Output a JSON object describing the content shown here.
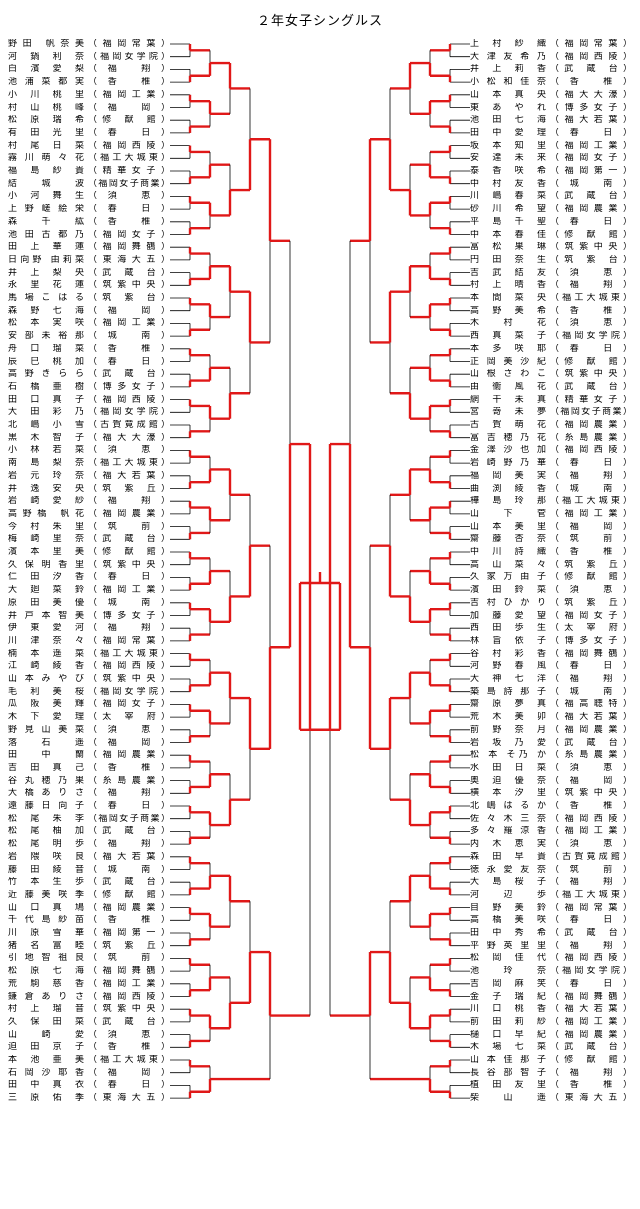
{
  "title": "２年女子シングルス",
  "left": [
    {
      "name": "野田 帆奈美",
      "school": "（福岡常葉）"
    },
    {
      "name": "河 鍋 利 奈",
      "school": "（福岡女学院）"
    },
    {
      "name": "白 濱 愛 梨",
      "school": "（福 翔）"
    },
    {
      "name": "池 浦 菜 都 実",
      "school": "（香 椎）"
    },
    {
      "name": "小 川 桃 里",
      "school": "（福岡工業）"
    },
    {
      "name": "村 山 桃 峰",
      "school": "（福 岡）"
    },
    {
      "name": "松 原 瑞 希",
      "school": "（修 猷 館）"
    },
    {
      "name": "有 田 光 里",
      "school": "（春 日）"
    },
    {
      "name": "村 尾 日 菜",
      "school": "（福岡西陵）"
    },
    {
      "name": "霧 川 萌 々 花",
      "school": "（福工大城東）"
    },
    {
      "name": "福 島 紗 貴",
      "school": "（精華女子）"
    },
    {
      "name": "結 城 波",
      "school": "（福岡女子商業）"
    },
    {
      "name": "小 河 舞 生",
      "school": "（須 恵）"
    },
    {
      "name": "上 野 嵯 絵 栄",
      "school": "（春 日）"
    },
    {
      "name": "森 千 紘",
      "school": "（香 椎）"
    },
    {
      "name": "池 田 古 都 乃",
      "school": "（福岡女子）"
    },
    {
      "name": "田 上 華 蓮",
      "school": "（福岡舞鶴）"
    },
    {
      "name": "日向野 由莉菜",
      "school": "（東海大五）"
    },
    {
      "name": "井 上 梨 央",
      "school": "（武 蔵 台）"
    },
    {
      "name": "永 里 花 蓮",
      "school": "（筑紫中央）"
    },
    {
      "name": "馬 場 こ は る",
      "school": "（筑 紫 台）"
    },
    {
      "name": "森 野 七 海",
      "school": "（福 岡）"
    },
    {
      "name": "松 本 実 咲",
      "school": "（福岡工業）"
    },
    {
      "name": "安 部 未 裕 那",
      "school": "（城 南）"
    },
    {
      "name": "舟 口 瑠 菜",
      "school": "（香 椎）"
    },
    {
      "name": "辰 巳 桃 加",
      "school": "（春 日）"
    },
    {
      "name": "高 野 き ら ら",
      "school": "（武 蔵 台）"
    },
    {
      "name": "石 橋 亜 樹",
      "school": "（博多女子）"
    },
    {
      "name": "田 口 真 子",
      "school": "（福岡西陵）"
    },
    {
      "name": "大 田 彩 乃",
      "school": "（福岡女学院）"
    },
    {
      "name": "北 嶋 小 雪",
      "school": "（古賀竟成館）"
    },
    {
      "name": "黒 木 智 子",
      "school": "（福大大濠）"
    },
    {
      "name": "小 林 若 菜",
      "school": "（須 恵）"
    },
    {
      "name": "南 島 梨 奈",
      "school": "（福工大城東）"
    },
    {
      "name": "岩 元 玲 奈",
      "school": "（福大若葉）"
    },
    {
      "name": "井 逸 安 央",
      "school": "（筑 紫 丘）"
    },
    {
      "name": "岩 崎 愛 紗",
      "school": "（福 翔）"
    },
    {
      "name": "高野橋 帆花",
      "school": "（福岡農業）"
    },
    {
      "name": "今 村 朱 里",
      "school": "（筑 前）"
    },
    {
      "name": "梅 崎 里 奈",
      "school": "（武 蔵 台）"
    },
    {
      "name": "濱 本 里 美",
      "school": "（修 猷 館）"
    },
    {
      "name": "久 保 明 香 里",
      "school": "（筑紫中央）"
    },
    {
      "name": "仁 田 汐 香",
      "school": "（春 日）"
    },
    {
      "name": "大 廻 菜 鈴",
      "school": "（福岡工業）"
    },
    {
      "name": "原 田 美 優",
      "school": "（城 南）"
    },
    {
      "name": "井 戸 本 智 美",
      "school": "（博多女子）"
    },
    {
      "name": "伊 東 愛 河",
      "school": "（福 翔）"
    },
    {
      "name": "川 津 奈 々",
      "school": "（福岡常葉）"
    },
    {
      "name": "楠 本 遥 菜",
      "school": "（福工大城東）"
    },
    {
      "name": "江 崎 綾 香",
      "school": "（福岡西陵）"
    },
    {
      "name": "山 本 み や び",
      "school": "（筑紫中央）"
    },
    {
      "name": "毛 利 美 桜",
      "school": "（福岡女学院）"
    },
    {
      "name": "瓜 阪 美 輝",
      "school": "（福岡女子）"
    },
    {
      "name": "木 下 愛 理",
      "school": "（太 宰 府）"
    },
    {
      "name": "野 見 山 美 菜",
      "school": "（須 恵）"
    },
    {
      "name": "落 石 遥",
      "school": "（福 岡）"
    },
    {
      "name": "田 中 蘭",
      "school": "（福岡農業）"
    },
    {
      "name": "吉 田 真 己",
      "school": "（香 椎）"
    },
    {
      "name": "谷 丸 穂 乃 果",
      "school": "（糸島農業）"
    },
    {
      "name": "大 橋 あ り さ",
      "school": "（福 翔）"
    },
    {
      "name": "遠 藤 日 向 子",
      "school": "（春 日）"
    },
    {
      "name": "松 尾 朱 李",
      "school": "（福岡女子商業）"
    },
    {
      "name": "松 尾 柚 加",
      "school": "（武 蔵 台）"
    },
    {
      "name": "松 尾 明 歩",
      "school": "（福 翔）"
    },
    {
      "name": "岩 隈 咲 良",
      "school": "（福大若葉）"
    },
    {
      "name": "藤 田 綾 音",
      "school": "（城 南）"
    },
    {
      "name": "竹 本 生 歩",
      "school": "（武 蔵 台）"
    },
    {
      "name": "近 藤 美 咲 季",
      "school": "（修 猷 館）"
    },
    {
      "name": "山 口 真 鳩",
      "school": "（福岡農業）"
    },
    {
      "name": "千 代 島 紗 苗",
      "school": "（香 椎）"
    },
    {
      "name": "川 原 雪 華",
      "school": "（福岡第一）"
    },
    {
      "name": "猪 名 富 睦",
      "school": "（筑 紫 丘）"
    },
    {
      "name": "引 地 智 祖 良",
      "school": "（筑 前）"
    },
    {
      "name": "松 原 七 海",
      "school": "（福岡舞鶴）"
    },
    {
      "name": "荒 駒 慈 香",
      "school": "（福岡工業）"
    },
    {
      "name": "鎌 倉 あ り さ",
      "school": "（福岡西陵）"
    },
    {
      "name": "村 上 瑠 音",
      "school": "（筑紫中央）"
    },
    {
      "name": "久 保 田 菜",
      "school": "（武 蔵 台）"
    },
    {
      "name": "山 崎 愛",
      "school": "（須 恵）"
    },
    {
      "name": "迫 田 京 子",
      "school": "（香 椎）"
    },
    {
      "name": "本 池 亜 美",
      "school": "（福工大城東）"
    },
    {
      "name": "石 岡 沙 耶 香",
      "school": "（福 岡）"
    },
    {
      "name": "田 中 真 衣",
      "school": "（春 日）"
    },
    {
      "name": "三 原 佑 季",
      "school": "（東海大五）"
    }
  ],
  "right": [
    {
      "name": "上 村 紗 織",
      "school": "（福岡常葉）"
    },
    {
      "name": "大 津 友 希 乃",
      "school": "（福岡西陵）"
    },
    {
      "name": "井 上 莉 香",
      "school": "（武 蔵 台）"
    },
    {
      "name": "小 松 和 佳 奈",
      "school": "（香 椎）"
    },
    {
      "name": "山 本 真 央",
      "school": "（福大大濠）"
    },
    {
      "name": "東 あ や れ",
      "school": "（博多女子）"
    },
    {
      "name": "池 田 七 海",
      "school": "（福大若葉）"
    },
    {
      "name": "田 中 愛 理",
      "school": "（春 日）"
    },
    {
      "name": "坂 本 知 里",
      "school": "（福岡工業）"
    },
    {
      "name": "安 達 未 来",
      "school": "（福岡女子）"
    },
    {
      "name": "泰 香 咲 希",
      "school": "（福岡第一）"
    },
    {
      "name": "中 村 友 香",
      "school": "（城 南）"
    },
    {
      "name": "川 嶋 春 菜",
      "school": "（武 蔵 台）"
    },
    {
      "name": "砂 川 希 望",
      "school": "（福岡農業）"
    },
    {
      "name": "平 島 千 聖",
      "school": "（春 日）"
    },
    {
      "name": "中 本 春 佳",
      "school": "（修 猷 館）"
    },
    {
      "name": "冨 松 果 琳",
      "school": "（筑紫中央）"
    },
    {
      "name": "円 田 奈 生",
      "school": "（筑 紫 台）"
    },
    {
      "name": "吉 武 結 友",
      "school": "（須 恵）"
    },
    {
      "name": "村 上 晴 香",
      "school": "（福 翔）"
    },
    {
      "name": "本 間 菜 央",
      "school": "（福工大城東）"
    },
    {
      "name": "高 野 美 希",
      "school": "（香 椎）"
    },
    {
      "name": "木 村 花",
      "school": "（須 恵）"
    },
    {
      "name": "西 真 菜 子",
      "school": "（福岡女学院）"
    },
    {
      "name": "本 多 咲 耶",
      "school": "（春 日）"
    },
    {
      "name": "正 岡 美 沙 紀",
      "school": "（修 猷 館）"
    },
    {
      "name": "山 根 さ わ こ",
      "school": "（筑紫中央）"
    },
    {
      "name": "由 衞 風 花",
      "school": "（武 蔵 台）"
    },
    {
      "name": "網 干 未 真",
      "school": "（精華女子）"
    },
    {
      "name": "宮 嵜 未 夢",
      "school": "（福岡女子商業）"
    },
    {
      "name": "古 賀 萌 花",
      "school": "（福岡農業）"
    },
    {
      "name": "冨 吉 穂 乃 花",
      "school": "（糸島農業）"
    },
    {
      "name": "金 澤 沙 也 加",
      "school": "（福岡西陵）"
    },
    {
      "name": "岩 崎 野 乃 華",
      "school": "（春 日）"
    },
    {
      "name": "福 岡 美 実",
      "school": "（福 翔）"
    },
    {
      "name": "曲 渕 綾 香",
      "school": "（城 南）"
    },
    {
      "name": "樺 島 玲 那",
      "school": "（福工大城東）"
    },
    {
      "name": "山 下 菅",
      "school": "（福岡工業）"
    },
    {
      "name": "山 本 美 里",
      "school": "（福 岡）"
    },
    {
      "name": "齋 藤 杏 奈",
      "school": "（筑 前）"
    },
    {
      "name": "中 川 詩 織",
      "school": "（香 椎）"
    },
    {
      "name": "高 山 菜 々",
      "school": "（筑 紫 丘）"
    },
    {
      "name": "久 家 万 由 子",
      "school": "（修 猷 館）"
    },
    {
      "name": "濱 田 鈴 菜",
      "school": "（須 恵）"
    },
    {
      "name": "吉 村 ひ か り",
      "school": "（筑 紫 丘）"
    },
    {
      "name": "加 藤 愛 望",
      "school": "（福岡女子）"
    },
    {
      "name": "西 田 歩 生",
      "school": "（太 宰 府）"
    },
    {
      "name": "林 旨 依 子",
      "school": "（博多女子）"
    },
    {
      "name": "谷 村 彩 香",
      "school": "（福岡舞鶴）"
    },
    {
      "name": "河 野 春 風",
      "school": "（春 日）"
    },
    {
      "name": "大 神 七 洋",
      "school": "（福 翔）"
    },
    {
      "name": "築 島 詩 那 子",
      "school": "（城 南）"
    },
    {
      "name": "齋 原 夢 真",
      "school": "（福高聴特）"
    },
    {
      "name": "荒 木 美 卯",
      "school": "（福大若葉）"
    },
    {
      "name": "前 野 奈 月",
      "school": "（福岡農業）"
    },
    {
      "name": "岩 坂 乃 愛",
      "school": "（武 蔵 台）"
    },
    {
      "name": "松 本 そ乃 か",
      "school": "（糸島農業）"
    },
    {
      "name": "水 田 日 菜",
      "school": "（須 恵）"
    },
    {
      "name": "奥 迫 優 奈",
      "school": "（福 岡）"
    },
    {
      "name": "横 本 汐 里",
      "school": "（筑紫中央）"
    },
    {
      "name": "北 嶋 は る か",
      "school": "（香 椎）"
    },
    {
      "name": "佐 々 木 三 奈",
      "school": "（福岡西陵）"
    },
    {
      "name": "多 々 羅 涼 香",
      "school": "（福岡工業）"
    },
    {
      "name": "内 木 恵 実",
      "school": "（須 恵）"
    },
    {
      "name": "森 田 早 貴",
      "school": "（古賀竟成館）"
    },
    {
      "name": "徳 永 愛 友 奈",
      "school": "（筑 前）"
    },
    {
      "name": "大 島 桜 子",
      "school": "（福 翔）"
    },
    {
      "name": "河 辺 歩",
      "school": "（福工大城東）"
    },
    {
      "name": "目 野 美 鈴",
      "school": "（福岡常葉）"
    },
    {
      "name": "高 橋 美 咲",
      "school": "（春 日）"
    },
    {
      "name": "田 中 秀 希",
      "school": "（武 蔵 台）"
    },
    {
      "name": "平 野 英 里 里",
      "school": "（福 翔）"
    },
    {
      "name": "松 岡 佳 代",
      "school": "（福岡西陵）"
    },
    {
      "name": "池 玲 奈",
      "school": "（福岡女学院）"
    },
    {
      "name": "吉 岡 麻 笑",
      "school": "（春 日）"
    },
    {
      "name": "金 子 瑞 紀",
      "school": "（福岡舞鶴）"
    },
    {
      "name": "川 口 桃 香",
      "school": "（福大若葉）"
    },
    {
      "name": "前 田 莉 紗",
      "school": "（福岡工業）"
    },
    {
      "name": "樋 口 早 紀",
      "school": "（福岡農業）"
    },
    {
      "name": "木 場 七 菜",
      "school": "（武 蔵 台）"
    },
    {
      "name": "山 本 佳 那 子",
      "school": "（修 猷 館）"
    },
    {
      "name": "長 谷 部 智 子",
      "school": "（福 翔）"
    },
    {
      "name": "植 田 友 里",
      "school": "（香 椎）"
    },
    {
      "name": "柴 山 遥",
      "school": "（東海大五）"
    }
  ]
}
